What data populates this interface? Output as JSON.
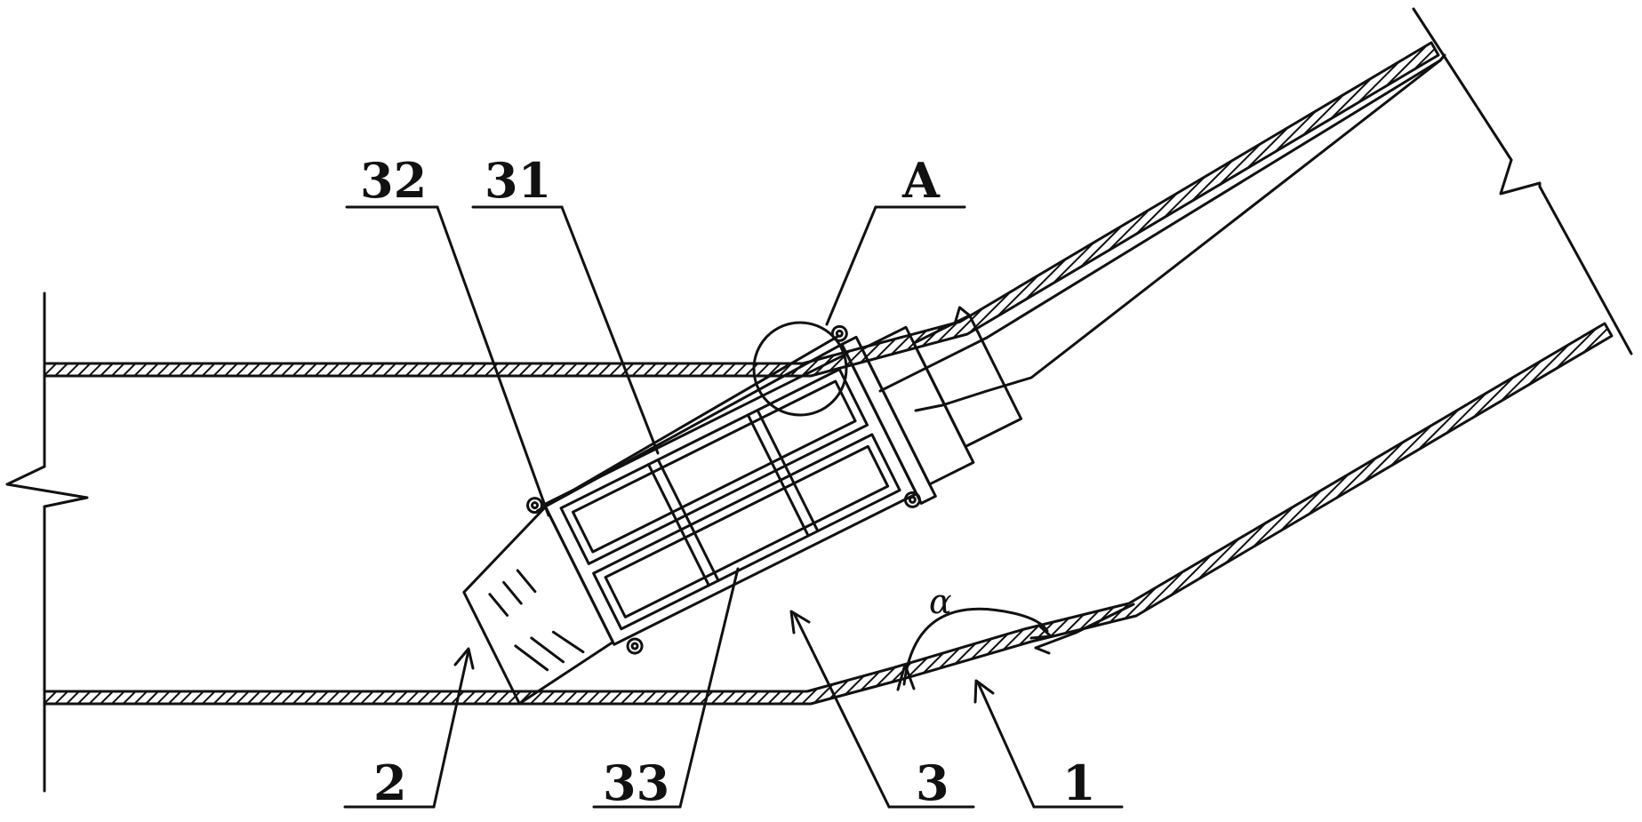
{
  "labels": {
    "part_32": "32",
    "part_31": "31",
    "part_a": "A",
    "part_2": "2",
    "part_33": "33",
    "part_3": "3",
    "part_1": "1",
    "angle_alpha": "α"
  },
  "colors": {
    "stroke": "#111111",
    "background": "#ffffff"
  }
}
